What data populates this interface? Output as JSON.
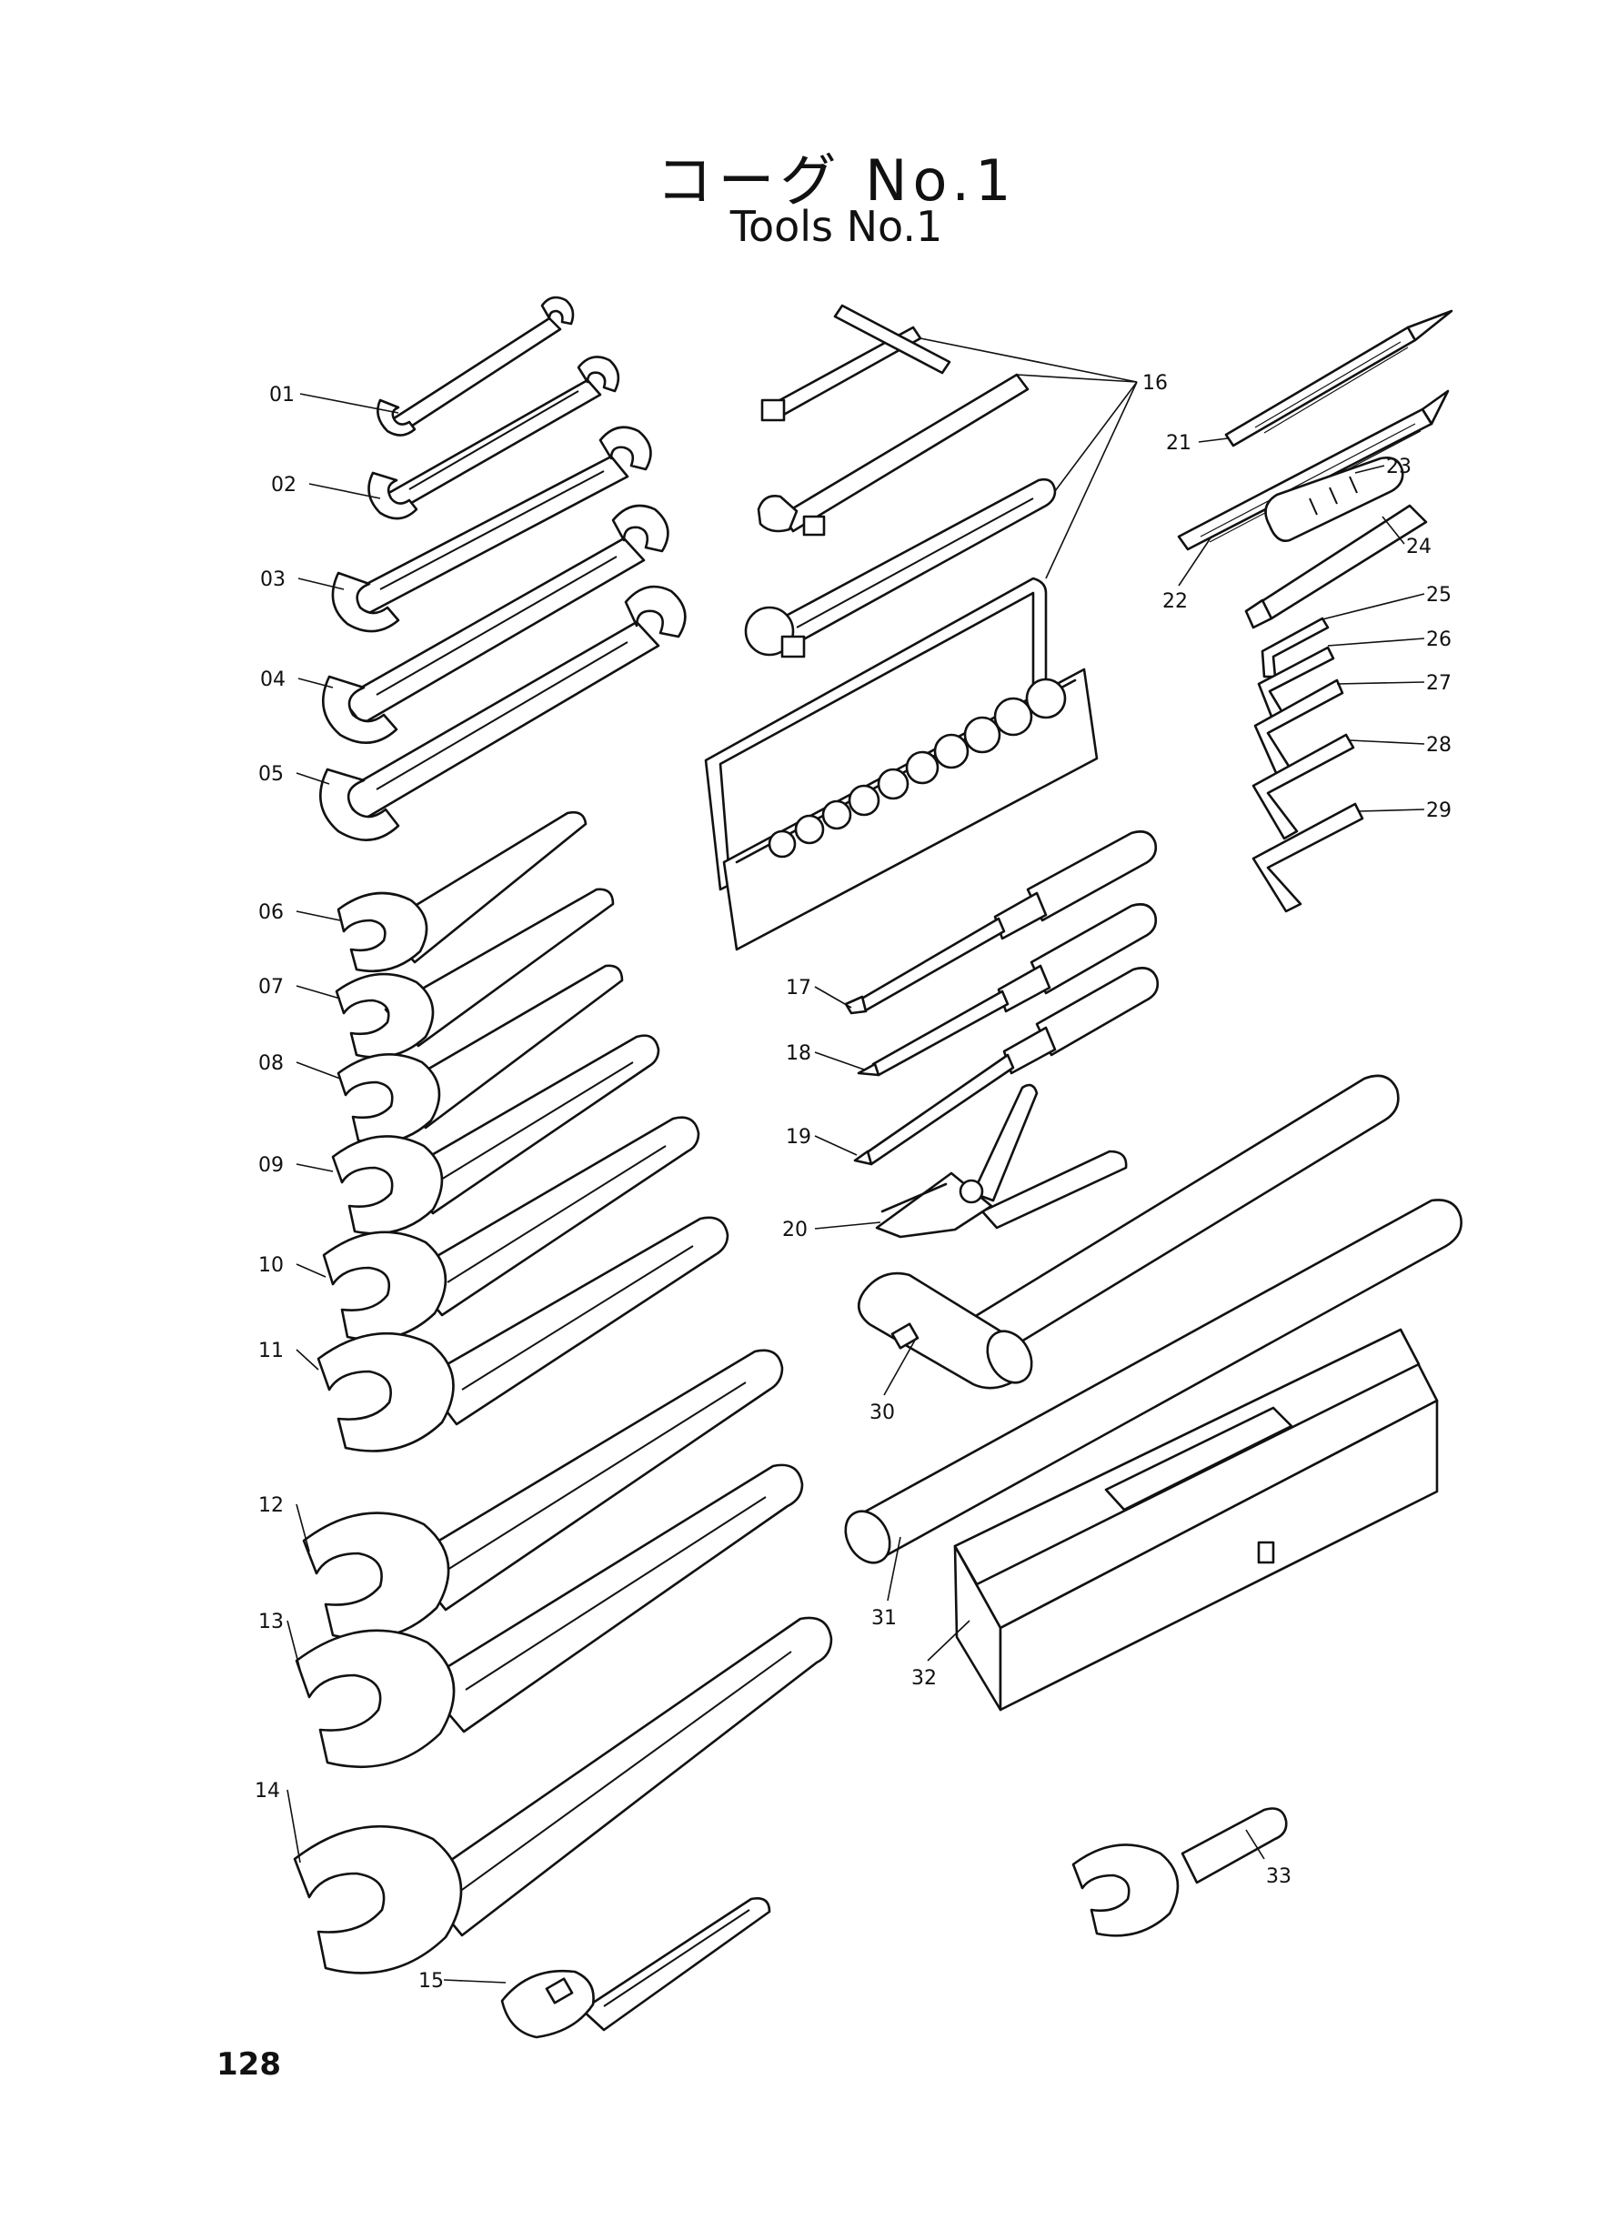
{
  "title": {
    "japanese": "コーグ No.1",
    "english": "Tools No.1"
  },
  "page_number": "128",
  "parts": [
    {
      "id": "wrench-01",
      "label": "01"
    },
    {
      "id": "wrench-02",
      "label": "02"
    },
    {
      "id": "wrench-03",
      "label": "03"
    },
    {
      "id": "wrench-04",
      "label": "04"
    },
    {
      "id": "wrench-05",
      "label": "05"
    },
    {
      "id": "spanner-06",
      "label": "06"
    },
    {
      "id": "spanner-07",
      "label": "07"
    },
    {
      "id": "spanner-08",
      "label": "08"
    },
    {
      "id": "spanner-09",
      "label": "09"
    },
    {
      "id": "spanner-10",
      "label": "10"
    },
    {
      "id": "spanner-11",
      "label": "11"
    },
    {
      "id": "spanner-12",
      "label": "12"
    },
    {
      "id": "spanner-13",
      "label": "13"
    },
    {
      "id": "spanner-14",
      "label": "14"
    },
    {
      "id": "adjustable-wrench-15",
      "label": "15"
    },
    {
      "id": "socket-set-16",
      "label": "16"
    },
    {
      "id": "screwdriver-17",
      "label": "17"
    },
    {
      "id": "screwdriver-18",
      "label": "18"
    },
    {
      "id": "screwdriver-19",
      "label": "19"
    },
    {
      "id": "pliers-20",
      "label": "20"
    },
    {
      "id": "file-21",
      "label": "21"
    },
    {
      "id": "file-22",
      "label": "22"
    },
    {
      "id": "file-handle-23",
      "label": "23"
    },
    {
      "id": "chisel-24",
      "label": "24"
    },
    {
      "id": "hex-key-25",
      "label": "25"
    },
    {
      "id": "hex-key-26",
      "label": "26"
    },
    {
      "id": "hex-key-27",
      "label": "27"
    },
    {
      "id": "hex-key-28",
      "label": "28"
    },
    {
      "id": "hex-key-29",
      "label": "29"
    },
    {
      "id": "hammer-30",
      "label": "30"
    },
    {
      "id": "pipe-31",
      "label": "31"
    },
    {
      "id": "tool-box-32",
      "label": "32"
    },
    {
      "id": "spanner-33",
      "label": "33"
    }
  ]
}
